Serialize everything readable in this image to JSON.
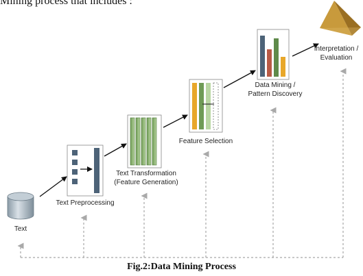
{
  "intro_text": "Mining process that includes :",
  "caption": "Fig.2:Data Mining Process",
  "stages": {
    "text": {
      "label": "Text"
    },
    "preprocessing": {
      "label": "Text Preprocessing"
    },
    "transformation": {
      "line1": "Text Transformation",
      "line2": "(Feature Generation)"
    },
    "selection": {
      "label": "Feature Selection"
    },
    "mining": {
      "line1": "Data Mining /",
      "line2": "Pattern Discovery"
    },
    "interpretation": {
      "line1": "Interpretation /",
      "line2": "Evaluation"
    }
  },
  "colors": {
    "dark_blue": "#4d6378",
    "green_light": "#b9d6a2",
    "green_dark": "#5f8a4a",
    "orange": "#e8a72a",
    "red": "#b85a45",
    "pyramid": "#c89a3c",
    "dashed": "#a0a0a0"
  }
}
